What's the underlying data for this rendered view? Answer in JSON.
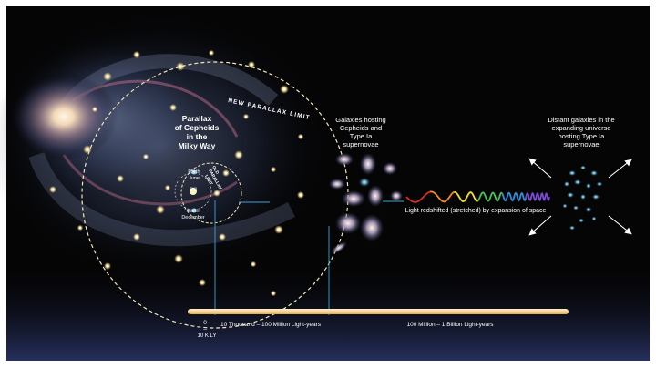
{
  "colors": {
    "background": "#050506",
    "ring_dashes": "#f3e6b8",
    "timeline_bar": "#f2c777",
    "marker_lines": "#3fa2d8",
    "spectrum": [
      "#d92b2b",
      "#f28a1c",
      "#f6e327",
      "#48c25a",
      "#2f8fd8",
      "#7a4bd6"
    ]
  },
  "labels": {
    "new_parallax_limit": "NEW PARALLAX LIMIT",
    "old_parallax_limit_1": "OLD",
    "old_parallax_limit_2": "PARALLAX",
    "old_parallax_limit_3": "LIMIT",
    "parallax_title_1": "Parallax",
    "parallax_title_2": "of Cepheids",
    "parallax_title_3": "in the",
    "parallax_title_4": "Milky Way",
    "earth_june_1": "Earth",
    "earth_june_2": "June",
    "sun": "Sun",
    "earth_december_1": "Earth",
    "earth_december_2": "December",
    "hosts_title_1": "Galaxies hosting",
    "hosts_title_2": "Cepheids and",
    "hosts_title_3": "Type Ia",
    "hosts_title_4": "supernovae",
    "distant_title_1": "Distant galaxies in the",
    "distant_title_2": "expanding universe",
    "distant_title_3": "hosting Type Ia",
    "distant_title_4": "supernovae",
    "redshift": "Light redshifted (stretched) by expansion of space",
    "scale_0_1": "0",
    "scale_0_2": "–",
    "scale_0_3": "10 K LY",
    "scale_mid": "10 Thousand – 100 Million Light-years",
    "scale_far": "100 Million – 1 Billion Light-years"
  },
  "icons": {
    "sun": "sun-icon",
    "earth": "earth-icon",
    "expansion_arrows": "arrow-icon",
    "spiral_galaxy": "spiral-galaxy-image"
  }
}
